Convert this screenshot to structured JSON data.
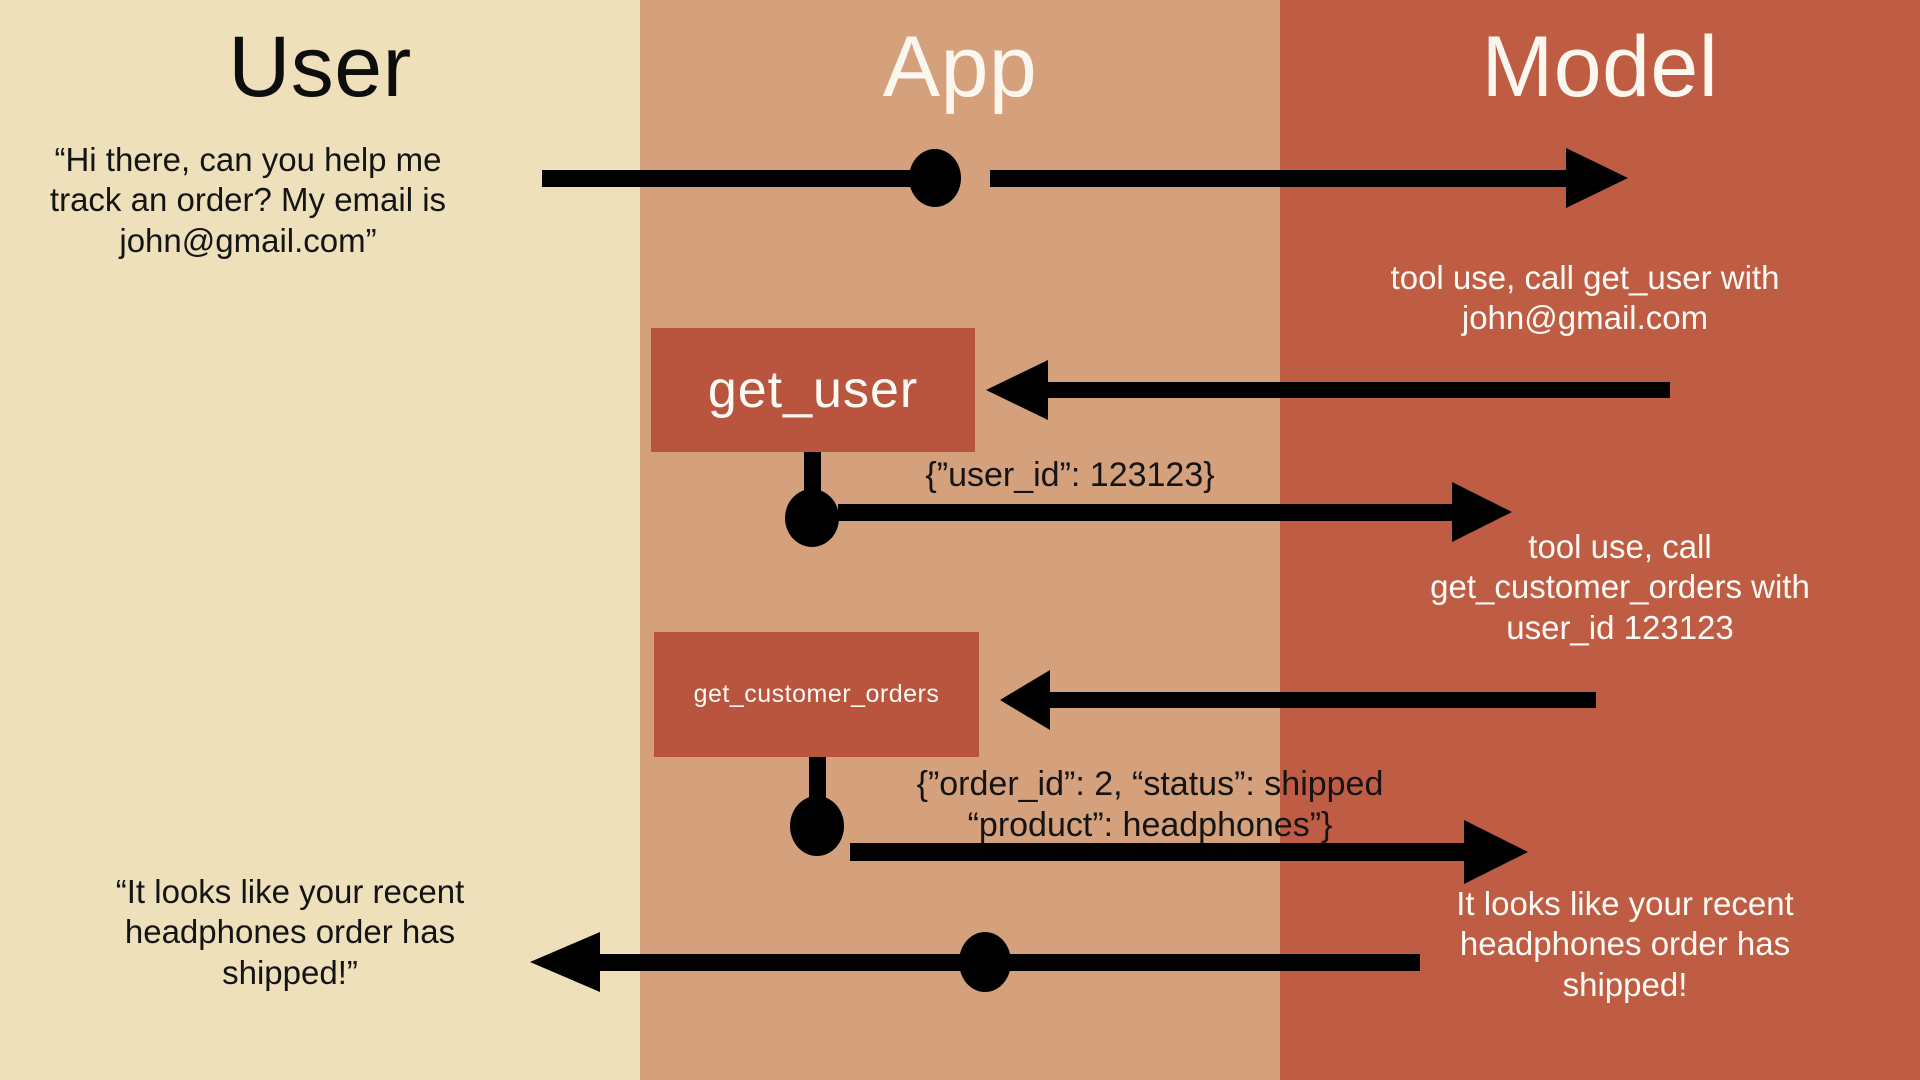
{
  "diagram": {
    "title_semantic": "agent-tool-use-sequence-diagram",
    "lanes": [
      {
        "id": "user",
        "label": "User",
        "bg": "#efe0bc",
        "text_color": "#0d0d0d"
      },
      {
        "id": "app",
        "label": "App",
        "bg": "#d4a17c",
        "text_color": "#fbf6ee"
      },
      {
        "id": "model",
        "label": "Model",
        "bg": "#bf5d44",
        "text_color": "#fbf6ee"
      }
    ],
    "colors": {
      "user_lane": "#efe0bc",
      "app_lane": "#d4a17c",
      "model_lane": "#bf5d44",
      "tool_box": "#b9543e",
      "arrow": "#000000",
      "light_text": "#fdfaf5",
      "dark_text": "#141414"
    },
    "messages": {
      "user_request": "“Hi there, can you help me track an order? My email is john@gmail.com”",
      "model_tool_call_1": "tool use, call get_user with john@gmail.com",
      "tool_result_1": "{”user_id”: 123123}",
      "model_tool_call_2": "tool use, call get_customer_orders with user_id 123123",
      "tool_result_2": "{”order_id”: 2, “status”: shipped “product”: headphones”}",
      "model_final_answer": "It looks like your recent headphones order has shipped!",
      "user_final_answer": "“It looks like your recent headphones order has shipped!”"
    },
    "tool_boxes": [
      {
        "id": "get-user",
        "label": "get_user"
      },
      {
        "id": "get-customer-orders",
        "label": "get_customer_orders"
      }
    ]
  }
}
